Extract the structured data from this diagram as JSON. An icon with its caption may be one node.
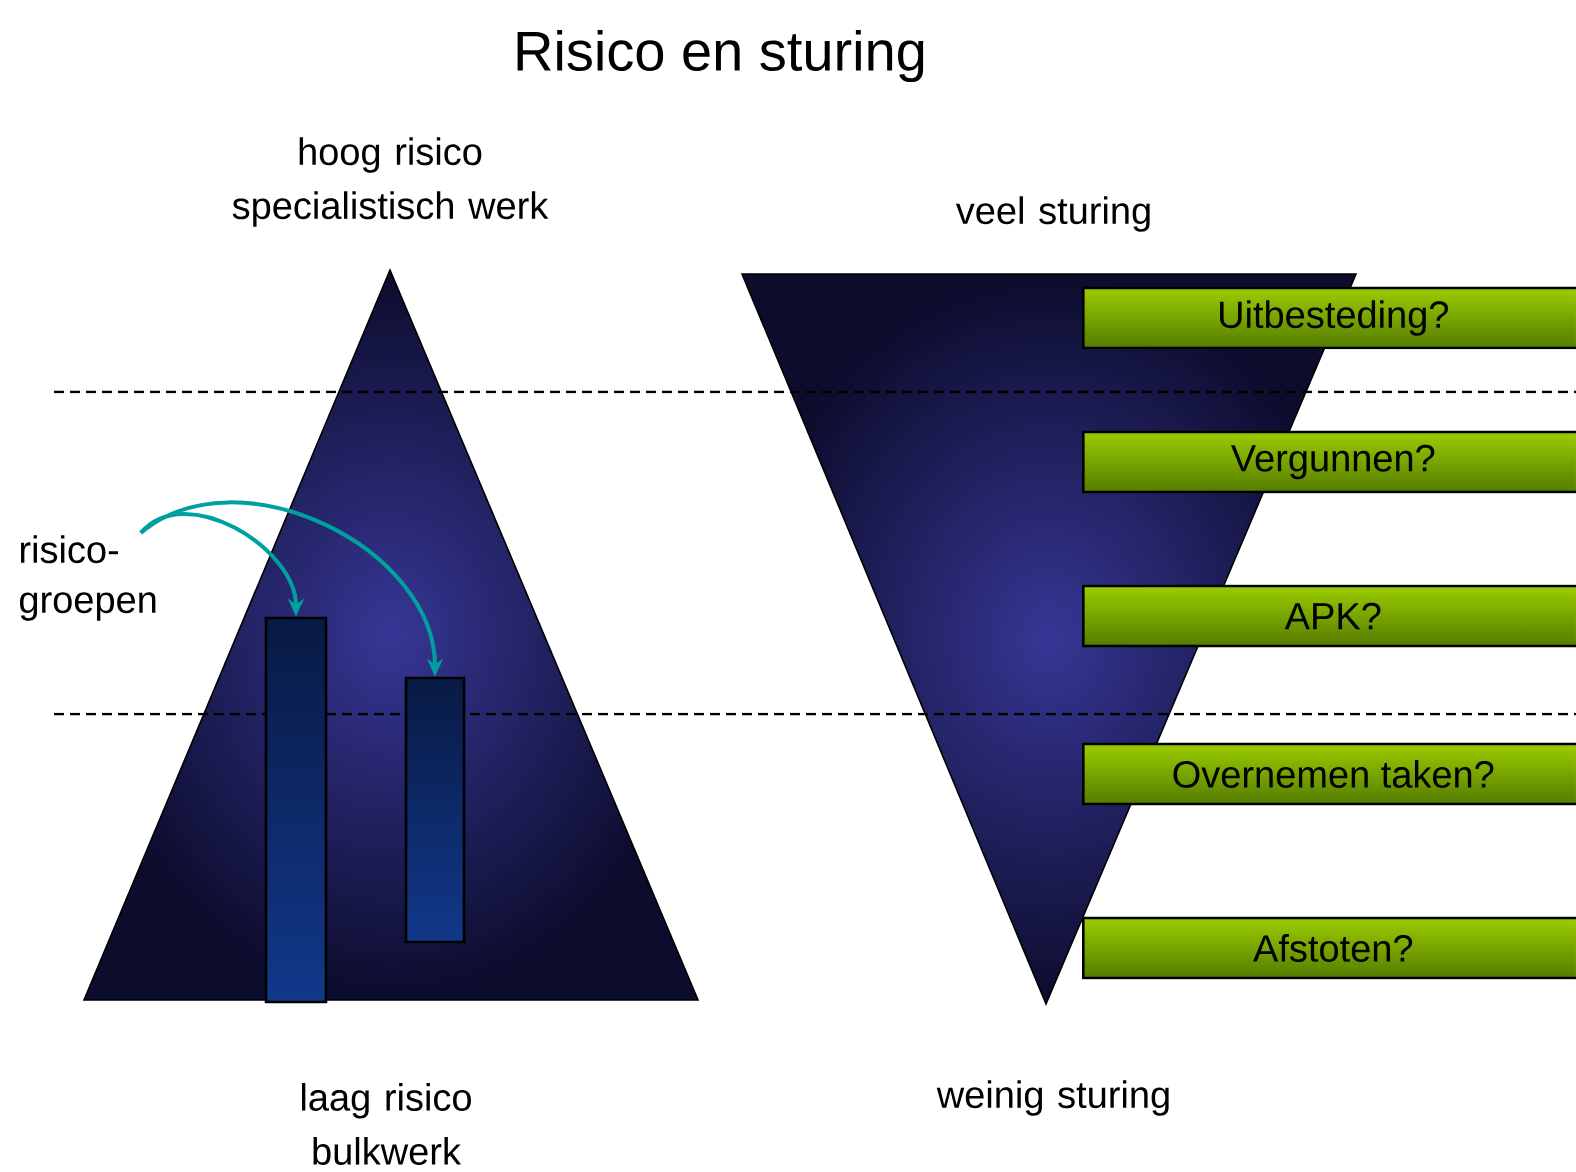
{
  "diagram": {
    "title": "Risico en sturing",
    "nodes": [
      {
        "text": [
          "risico- groepen"
        ]
      },
      {
        "text": [],
        "shape": "bar"
      },
      {
        "text": [],
        "shape": "bar"
      },
      {
        "text": [
          "Uitbesteding?"
        ]
      },
      {
        "text": [
          "Vergunnen?"
        ]
      },
      {
        "text": [
          "APK?"
        ]
      },
      {
        "text": [
          "Overnemen taken?"
        ]
      },
      {
        "text": [
          "Afstoten?"
        ]
      }
    ],
    "edges": [
      {
        "from": 0,
        "to": 1,
        "arrow": "to"
      },
      {
        "from": 0,
        "to": 2,
        "arrow": "to"
      }
    ],
    "labels": [
      "hoog risico specialistisch werk",
      "veel sturing",
      "laag risico bulkwerk",
      "weinig sturing"
    ]
  }
}
